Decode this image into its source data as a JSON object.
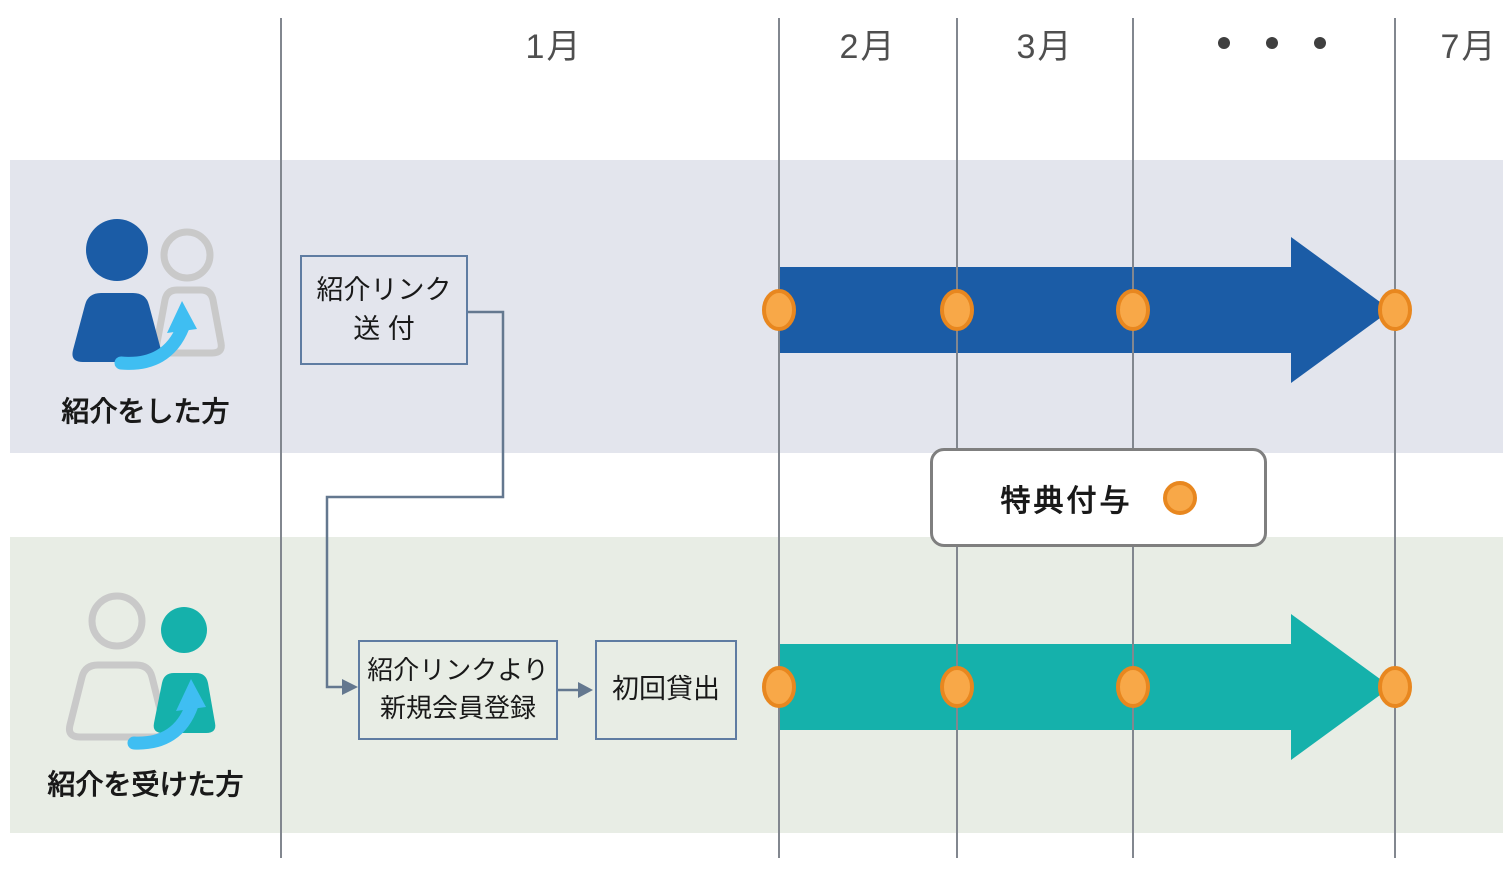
{
  "header": {
    "months": [
      {
        "label": "1月"
      },
      {
        "label": "2月"
      },
      {
        "label": "3月"
      },
      {
        "label": "7月"
      }
    ],
    "ellipsis_dots": 3
  },
  "lanes": [
    {
      "id": "referrer",
      "label": "紹介をした方"
    },
    {
      "id": "referred",
      "label": "紹介を受けた方"
    }
  ],
  "steps": {
    "send_link": {
      "line1": "紹介リンク",
      "line2": "送 付"
    },
    "register": {
      "line1": "紹介リンクより",
      "line2": "新規会員登録"
    },
    "first_loan": {
      "label": "初回貸出"
    }
  },
  "legend": {
    "label": "特典付与"
  },
  "colors": {
    "referrer_blue": "#1b5ca6",
    "referred_teal": "#15b1ab",
    "marker_fill": "#f8a848",
    "marker_ring": "#e8871f",
    "connector": "#64788f",
    "box_border": "#5f7ca2",
    "band_referrer": "#e3e5ed",
    "band_referred": "#e8ede5",
    "legend_border": "#7f7f7f",
    "icon_light_blue": "#3fbef2",
    "icon_gray": "#c9c9c9",
    "month_text": "#4f4f4f"
  }
}
